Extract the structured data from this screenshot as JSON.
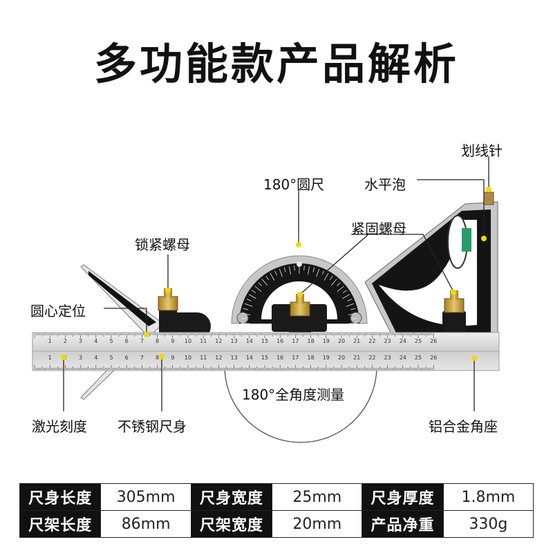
{
  "title": "多功能款产品解析",
  "labels": {
    "scriber": "划线针",
    "level_vial": "水平泡",
    "protractor": "180°圆尺",
    "fastening_nut": "紧固螺母",
    "lock_nut": "锁紧螺母",
    "center_finder": "圆心定位",
    "full_angle": "180°全角度测量",
    "laser_scale": "激光刻度",
    "steel_ruler": "不锈钢尺身",
    "alloy_base": "铝合金角座"
  },
  "ruler": {
    "top_numbers": [
      "1",
      "2",
      "3",
      "4",
      "5",
      "6",
      "7",
      "8",
      "9",
      "10",
      "11",
      "12",
      "13",
      "14",
      "15",
      "16",
      "17",
      "18",
      "19",
      "20",
      "21",
      "22",
      "23",
      "24",
      "25",
      "26"
    ],
    "bottom_numbers": [
      "1",
      "2",
      "3",
      "4",
      "5",
      "6",
      "7",
      "8",
      "9",
      "10",
      "11",
      "12",
      "13",
      "14",
      "15",
      "16",
      "17",
      "18",
      "19",
      "20",
      "21",
      "22",
      "23",
      "24",
      "25",
      "26"
    ]
  },
  "specs": {
    "rows": [
      [
        {
          "k": "尺身长度",
          "v": "305mm"
        },
        {
          "k": "尺身宽度",
          "v": "25mm"
        },
        {
          "k": "尺身厚度",
          "v": "1.8mm"
        }
      ],
      [
        {
          "k": "尺架长度",
          "v": "86mm"
        },
        {
          "k": "尺架宽度",
          "v": "20mm"
        },
        {
          "k": "产品净重",
          "v": "330g"
        }
      ]
    ]
  },
  "colors": {
    "accent_dot": "#f2d800",
    "brass": "#c9a23a",
    "body": "#1a1a1a",
    "steel": "#d8d8d8"
  }
}
